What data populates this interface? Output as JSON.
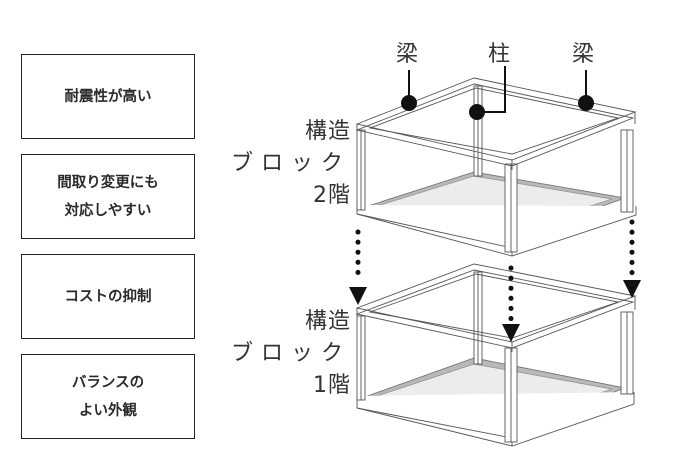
{
  "features": [
    {
      "lines": [
        "耐震性が高い"
      ]
    },
    {
      "lines": [
        "間取り変更にも",
        "対応しやすい"
      ]
    },
    {
      "lines": [
        "コストの抑制"
      ]
    },
    {
      "lines": [
        "バランスの",
        "よい外観"
      ]
    }
  ],
  "blocks": {
    "upper": {
      "lines": [
        "構造",
        "ブロック",
        "2階"
      ]
    },
    "lower": {
      "lines": [
        "構造",
        "ブロック",
        "1階"
      ]
    }
  },
  "parts": {
    "beam_left": "梁",
    "column": "柱",
    "beam_right": "梁"
  },
  "colors": {
    "line": "#555555",
    "floor": "#ececec",
    "floor_edge": "#b5b5b5",
    "marker": "#111111"
  }
}
